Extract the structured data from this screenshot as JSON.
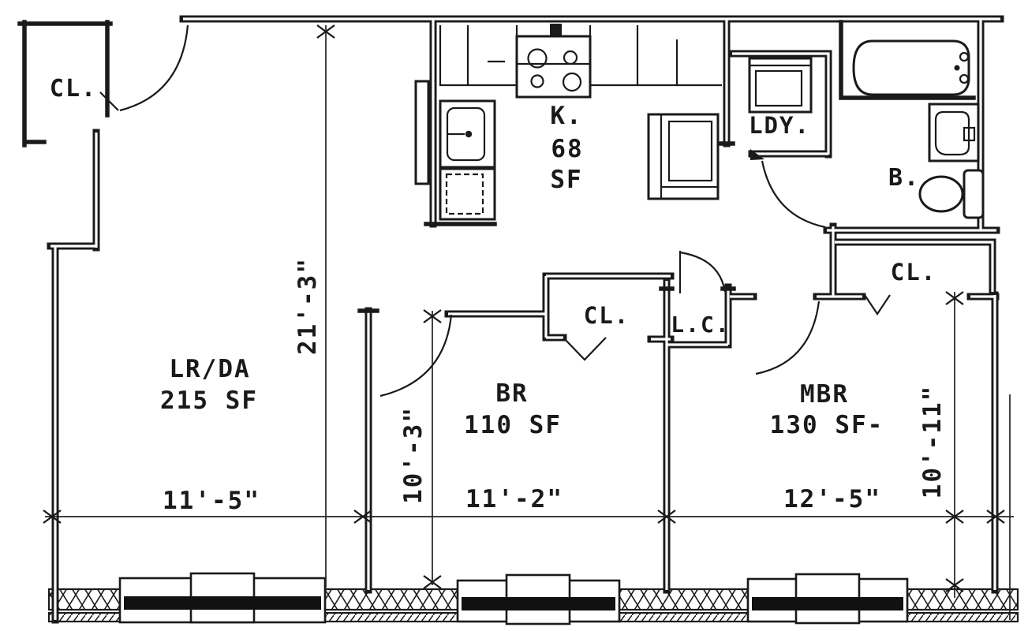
{
  "rooms": {
    "entry_closet": {
      "label": "CL."
    },
    "kitchen": {
      "label": "K.",
      "area": "68",
      "unit": "SF"
    },
    "laundry": {
      "label": "LDY."
    },
    "bathroom": {
      "label": "B."
    },
    "living_dining": {
      "label": "LR/DA",
      "area": "215 SF"
    },
    "bedroom": {
      "label": "BR",
      "area": "110 SF"
    },
    "bedroom_closet": {
      "label": "CL."
    },
    "linen_closet": {
      "label": "L.C."
    },
    "master_bedroom": {
      "label": "MBR",
      "area": "130 SF-"
    },
    "master_closet": {
      "label": "CL."
    }
  },
  "dimensions": {
    "living_width": "11'-5\"",
    "bedroom_width": "11'-2\"",
    "master_width": "12'-5\"",
    "overall_depth": "21'-3\"",
    "bedroom_depth": "10'-3\"",
    "master_depth": "10'-11\""
  },
  "colors": {
    "ink": "#1a1a1a",
    "paper": "#ffffff"
  }
}
